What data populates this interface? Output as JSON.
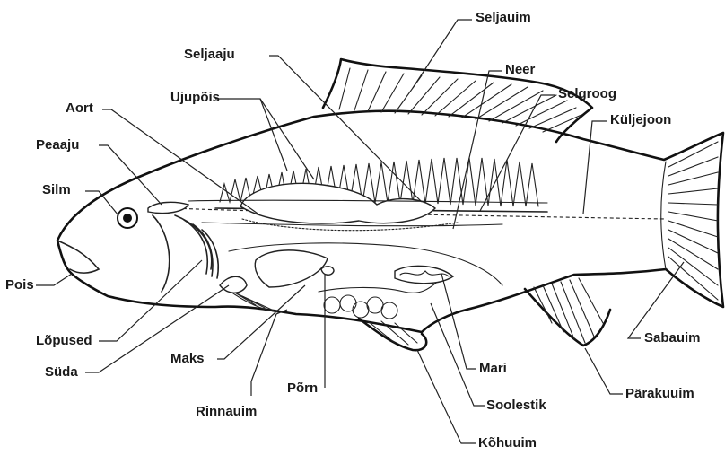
{
  "labels": {
    "seljauim": "Seljauim",
    "seljaaju": "Seljaaju",
    "neer": "Neer",
    "ujupois": "Ujupõis",
    "selgroog": "Selgroog",
    "aort": "Aort",
    "kuljejoon": "Küljejoon",
    "peaaju": "Peaaju",
    "silm": "Silm",
    "pois": "Pois",
    "lopused": "Lõpused",
    "suda": "Süda",
    "maks": "Maks",
    "sabauim": "Sabauim",
    "porn": "Põrn",
    "mari": "Mari",
    "rinnauim": "Rinnauim",
    "parakuuim": "Pärakuuim",
    "soolestik": "Soolestik",
    "kohuuim": "Kõhuuim"
  }
}
